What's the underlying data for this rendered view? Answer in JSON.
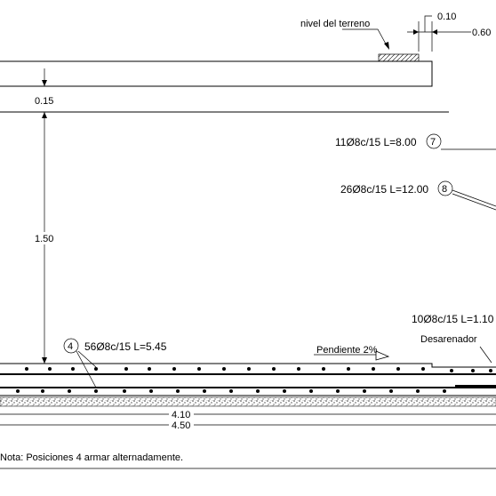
{
  "labels": {
    "ground_level": "nivel del terreno",
    "dim_010": "0.10",
    "dim_060": "0.60",
    "dim_015": "0.15",
    "dim_150": "1.50",
    "dim_410": "4.10",
    "dim_450": "4.50",
    "slope": "Pendiente 2%",
    "sand_trap": "Desarenador",
    "note": "Nota: Posiciones 4 armar alternadamente."
  },
  "rebars": [
    {
      "mark": "4",
      "spec": "56Ø8c/15 L=5.45"
    },
    {
      "mark": "7",
      "spec": "11Ø8c/15 L=8.00"
    },
    {
      "mark": "8",
      "spec": "26Ø8c/15 L=12.00"
    },
    {
      "spec": "10Ø8c/15 L=1.10"
    }
  ]
}
